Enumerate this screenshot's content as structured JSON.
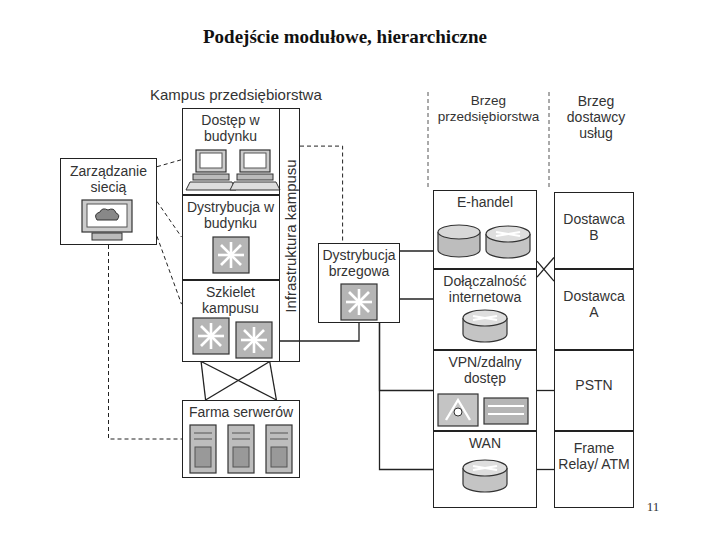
{
  "diagram": {
    "title": "Podejście modułowe, hierarchiczne",
    "nodes": [
      {
        "text": [
          "Zarządzanie siecią"
        ]
      },
      {
        "text": [
          "Infrastruktura kampusu"
        ]
      },
      {
        "text": [
          "Dostęp w budynku"
        ],
        "in": 1
      },
      {
        "text": [
          "Dystrybucja w budynku"
        ],
        "in": 1
      },
      {
        "text": [
          "Szkielet kampusu"
        ],
        "in": 1
      },
      {
        "text": [
          "Farma serwerów"
        ]
      },
      {
        "text": [
          "Dystrybucja brzegowa"
        ]
      },
      {
        "text": [
          "E-handel"
        ]
      },
      {
        "text": [
          "Dołączalność internetowa"
        ]
      },
      {
        "text": [
          "VPN/zdalny dostęp"
        ]
      },
      {
        "text": [
          "WAN"
        ]
      },
      {
        "text": [
          "Dostawca B"
        ]
      },
      {
        "text": [
          "Dostawca A"
        ]
      },
      {
        "text": [
          "PSTN"
        ]
      },
      {
        "text": [
          "Frame Relay/ ATM"
        ]
      }
    ],
    "edges": [
      {
        "from": 0,
        "to": 2,
        "arrow": "none"
      },
      {
        "from": 0,
        "to": 3,
        "arrow": "none"
      },
      {
        "from": 0,
        "to": 4,
        "arrow": "none"
      },
      {
        "from": 0,
        "to": 5,
        "arrow": "none"
      },
      {
        "from": 1,
        "to": 6,
        "arrow": "none"
      },
      {
        "from": 4,
        "to": 5,
        "arrow": "none"
      },
      {
        "from": 4,
        "to": 5,
        "arrow": "none"
      },
      {
        "from": 4,
        "to": 5,
        "arrow": "none"
      },
      {
        "from": 4,
        "to": 5,
        "arrow": "none"
      },
      {
        "from": 4,
        "to": 6,
        "arrow": "none"
      },
      {
        "from": 6,
        "to": 7,
        "arrow": "none"
      },
      {
        "from": 6,
        "to": 8,
        "arrow": "none"
      },
      {
        "from": 6,
        "to": 9,
        "arrow": "none"
      },
      {
        "from": 6,
        "to": 10,
        "arrow": "none"
      },
      {
        "from": 7,
        "to": 12,
        "arrow": "none"
      },
      {
        "from": 8,
        "to": 11,
        "arrow": "none"
      },
      {
        "from": 9,
        "to": 13,
        "arrow": "none"
      },
      {
        "from": 10,
        "to": 14,
        "arrow": "none"
      }
    ],
    "labels": [
      "Kampus przedsiębiorstwa",
      "Brzeg przedsiębiorstwa",
      "Brzeg dostawcy usług",
      "11"
    ]
  }
}
